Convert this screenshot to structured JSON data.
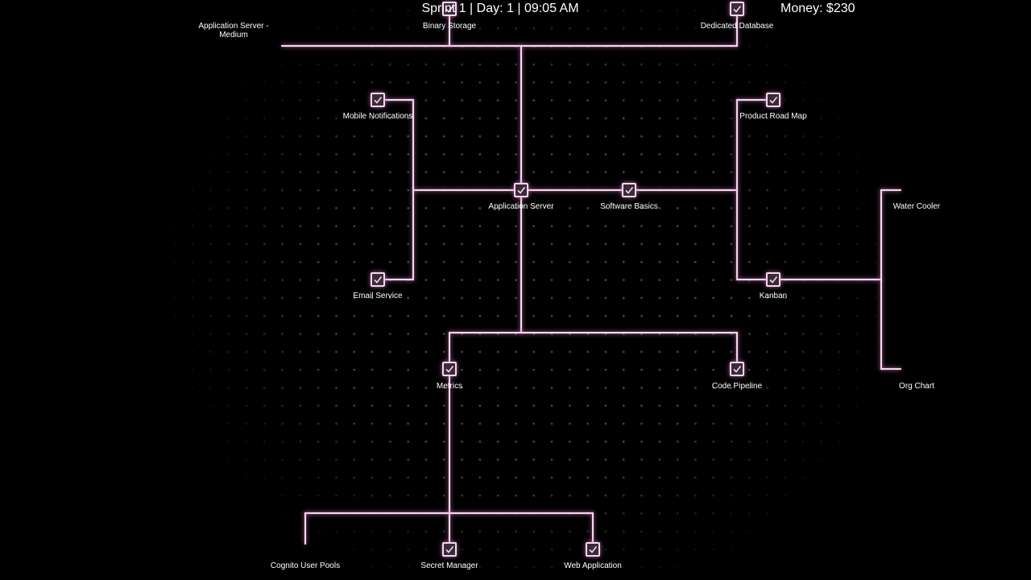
{
  "hud": {
    "sprint_text": "Sprint 1 | Day: 1 | 09:05 AM",
    "money_text": "Money: $230"
  },
  "colors": {
    "line": "#f3d8ef",
    "glow": "#e178cd",
    "node_fill": "#3a2c38",
    "label": "#ffffff",
    "background": "#000000"
  },
  "nodes": [
    {
      "id": "binary-storage",
      "label": "Binary Storage",
      "icon": "check-icon"
    },
    {
      "id": "dedicated-database",
      "label": "Dedicated Database",
      "icon": "check-icon"
    },
    {
      "id": "application-server-medium",
      "label": "Application Server - Medium"
    },
    {
      "id": "mobile-notifications",
      "label": "Mobile Notifications",
      "icon": "check-icon"
    },
    {
      "id": "product-road-map",
      "label": "Product Road Map",
      "icon": "check-icon"
    },
    {
      "id": "application-server",
      "label": "Application Server",
      "icon": "check-icon"
    },
    {
      "id": "software-basics",
      "label": "Software Basics",
      "icon": "check-icon"
    },
    {
      "id": "water-cooler",
      "label": "Water Cooler"
    },
    {
      "id": "email-service",
      "label": "Email Service",
      "icon": "check-icon"
    },
    {
      "id": "kanban",
      "label": "Kanban",
      "icon": "check-icon"
    },
    {
      "id": "metrics",
      "label": "Metrics",
      "icon": "check-icon"
    },
    {
      "id": "code-pipeline",
      "label": "Code Pipeline",
      "icon": "check-icon"
    },
    {
      "id": "org-chart",
      "label": "Org Chart"
    },
    {
      "id": "cognito-user-pools",
      "label": "Cognito User Pools"
    },
    {
      "id": "secret-manager",
      "label": "Secret Manager",
      "icon": "check-icon"
    },
    {
      "id": "web-application",
      "label": "Web Application",
      "icon": "check-icon"
    }
  ]
}
